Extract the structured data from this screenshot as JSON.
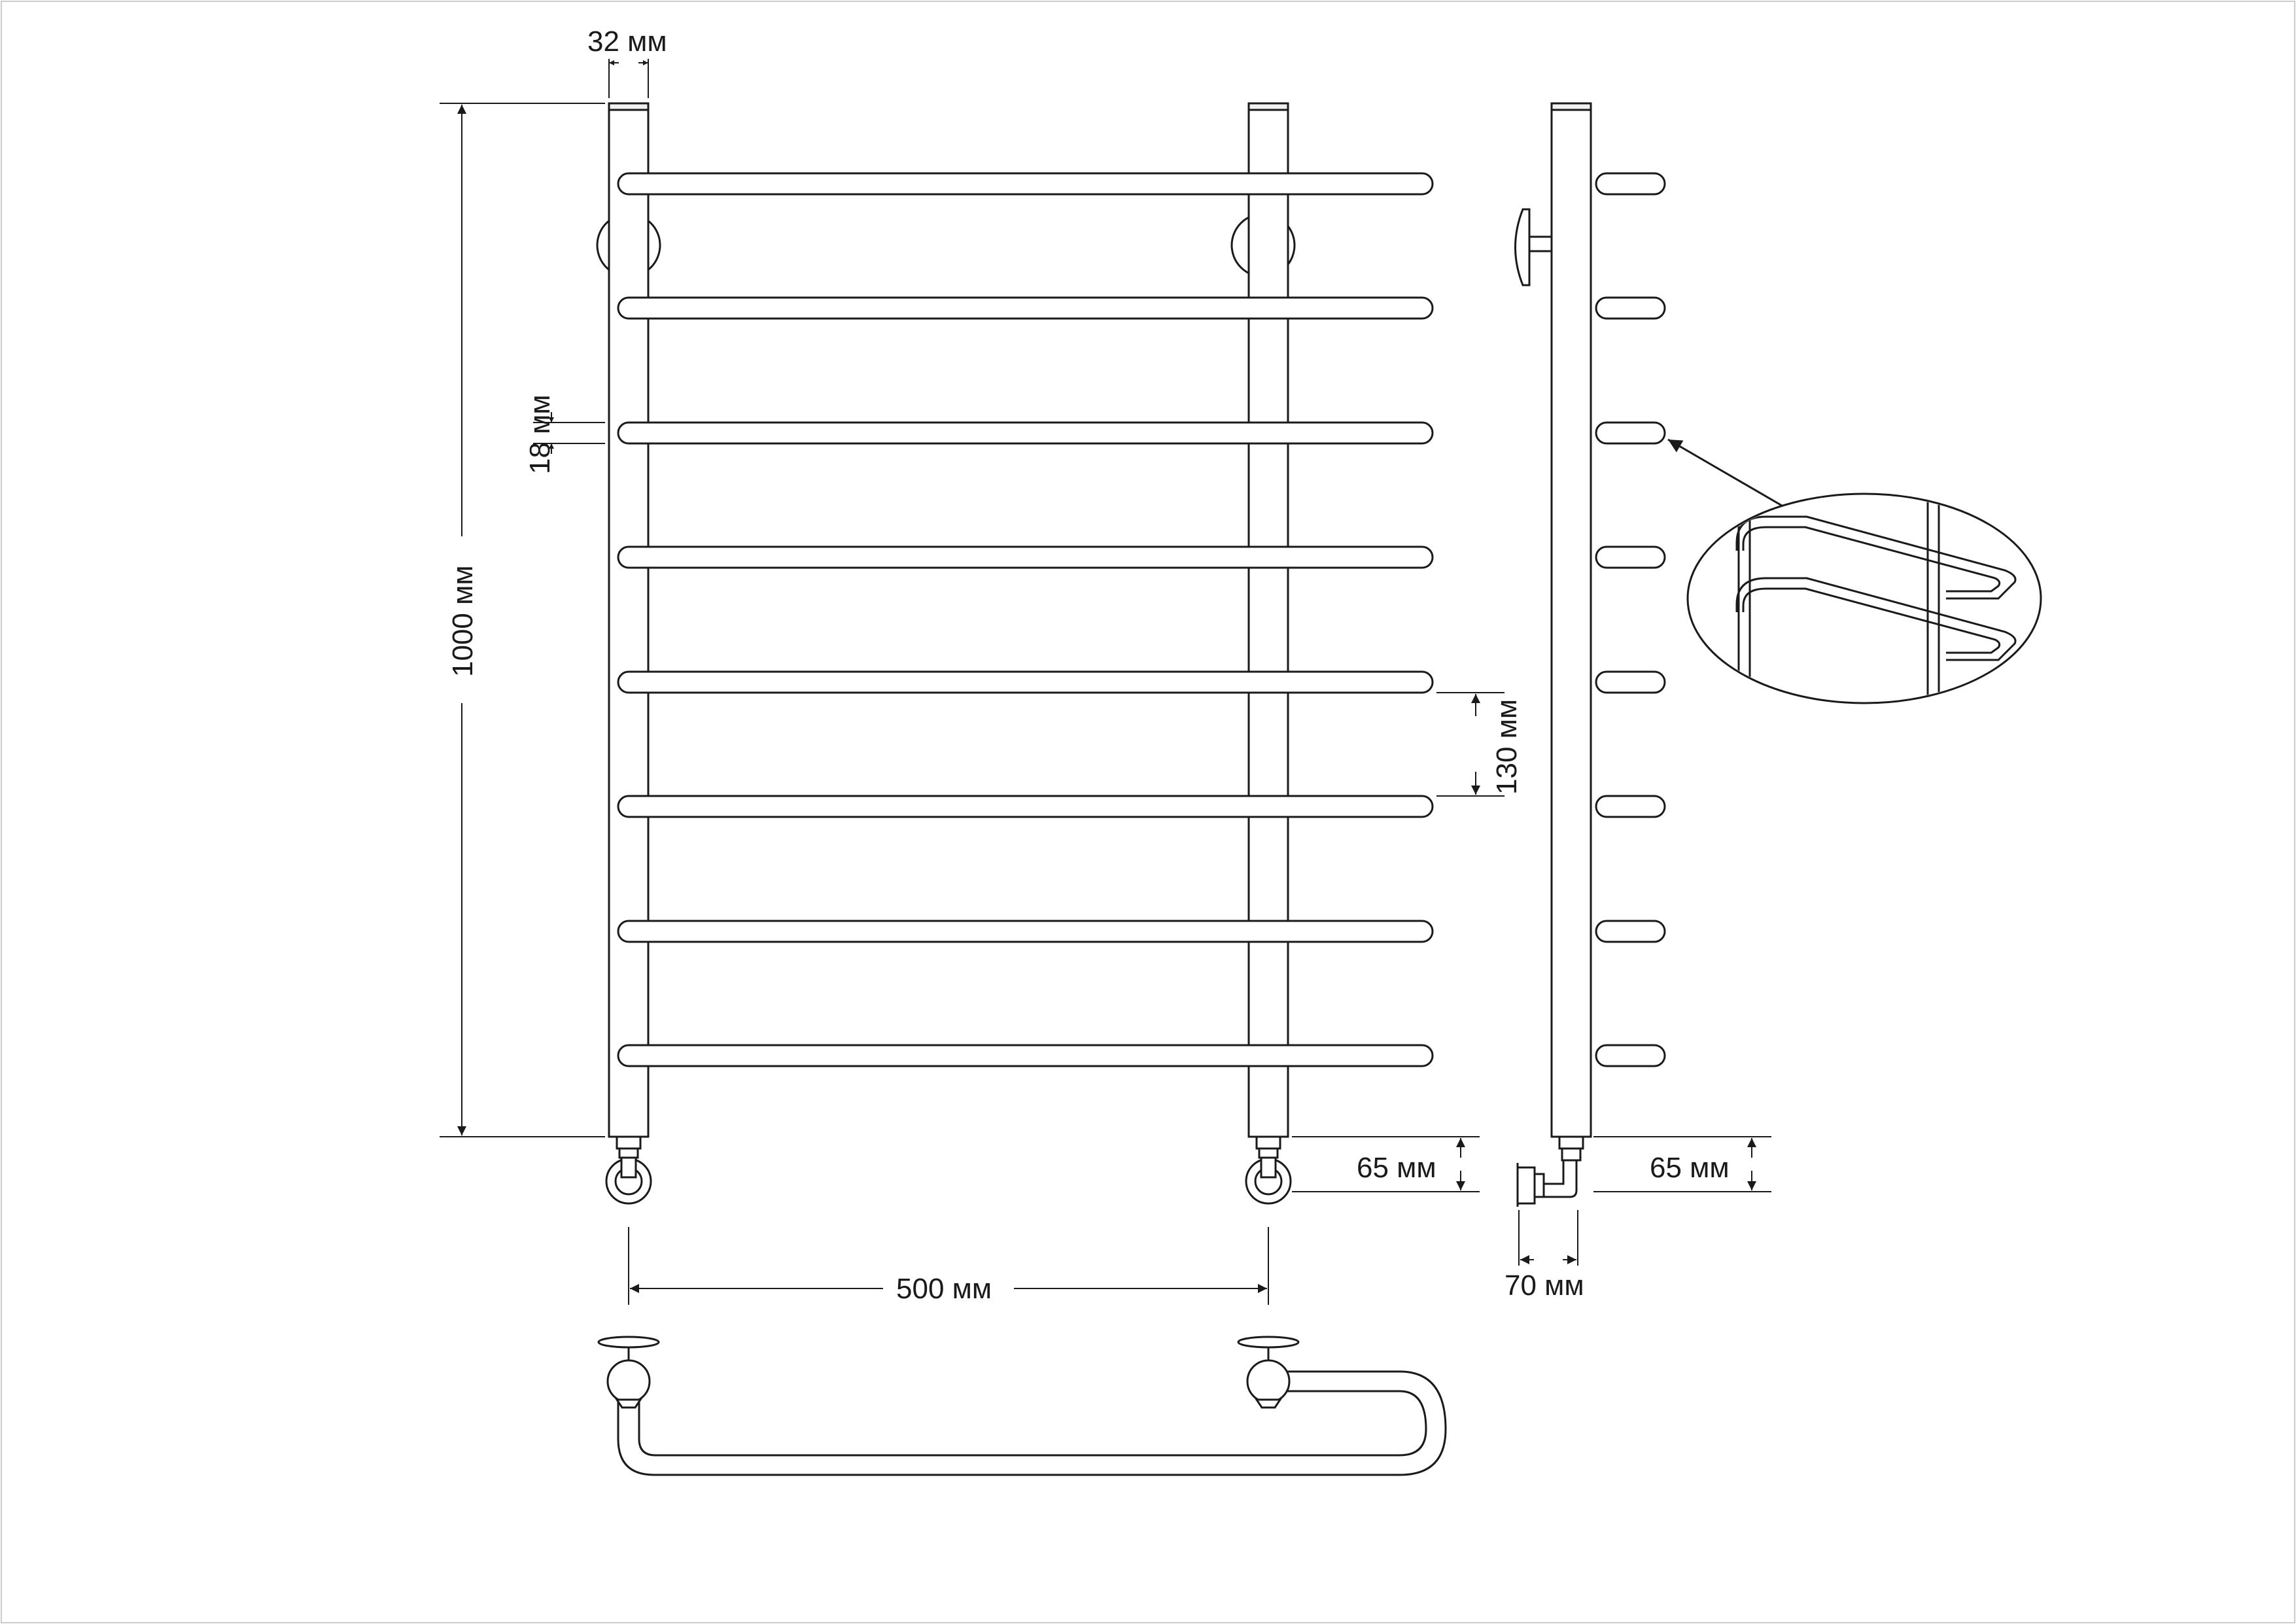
{
  "dimensions": {
    "pipe_width": "32 мм",
    "rail_thickness": "18 мм",
    "total_height": "1000 мм",
    "rail_spacing": "130 мм",
    "connection_offset_front": "65 мм",
    "connection_offset_side": "65 мм",
    "wall_distance": "70 мм",
    "center_distance": "500 мм"
  },
  "colors": {
    "line": "#1a1a1a",
    "background": "#ffffff"
  }
}
